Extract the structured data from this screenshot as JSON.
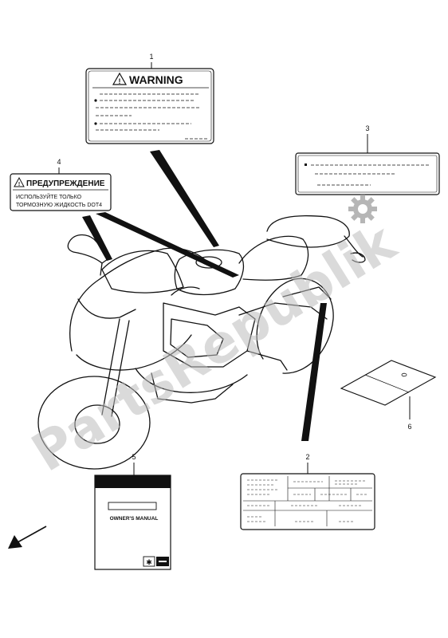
{
  "callouts": [
    "1",
    "2",
    "3",
    "4",
    "5",
    "6"
  ],
  "warning_label": {
    "text": "WARNING"
  },
  "russian_label": {
    "title": "ПРЕДУПРЕЖДЕНИЕ",
    "line1": "ИСПОЛЬЗУЙТЕ ТОЛЬКО",
    "line2": "ТОРМОЗНУЮ ЖИДКОСТЬ DOT4"
  },
  "manual": {
    "title": "OWNER'S MANUAL"
  },
  "watermark": "PartsRepublik",
  "icons": [
    "warning-triangle-icon",
    "gear-icon",
    "direction-arrow-icon"
  ]
}
